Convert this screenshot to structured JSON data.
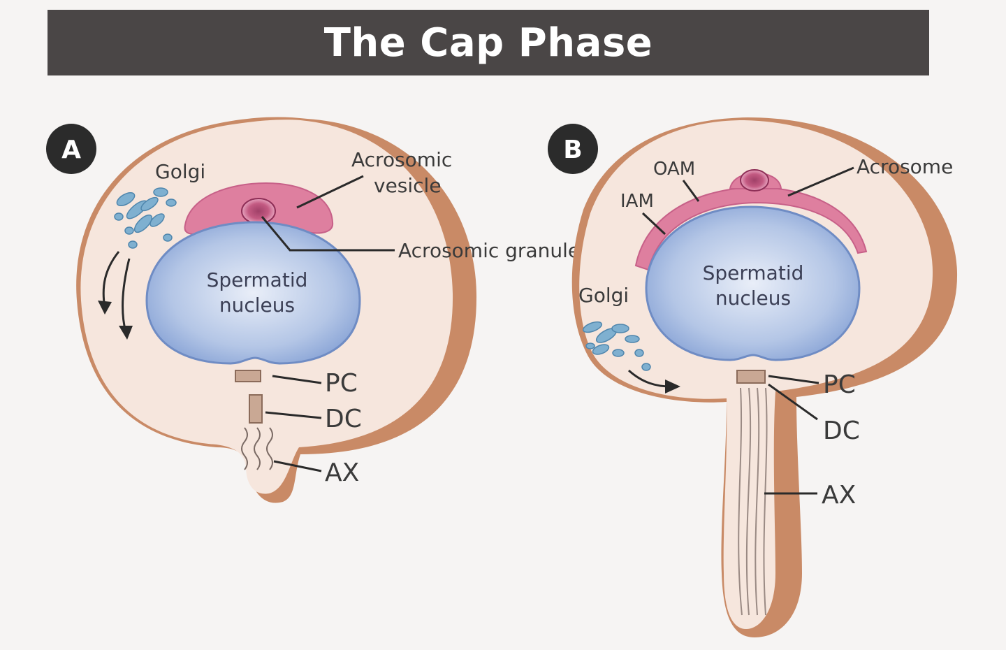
{
  "title": "The Cap Phase",
  "panelA": {
    "badge": "A",
    "golgi": "Golgi",
    "acrosomic_vesicle_1": "Acrosomic",
    "acrosomic_vesicle_2": "vesicle",
    "nucleus_1": "Spermatid",
    "nucleus_2": "nucleus",
    "pc": "PC",
    "dc": "DC",
    "ax": "AX"
  },
  "shared": {
    "acrosomic_granule": "Acrosomic granule"
  },
  "panelB": {
    "badge": "B",
    "oam": "OAM",
    "iam": "IAM",
    "acrosome": "Acrosome",
    "golgi": "Golgi",
    "nucleus_1": "Spermatid",
    "nucleus_2": "nucleus",
    "pc": "PC",
    "dc": "DC",
    "ax": "AX"
  },
  "colors": {
    "title_bg": "#4a4646",
    "cell_fill": "#f6e6dd",
    "cell_rim": "#c98a66",
    "nucleus": "#a9bde0",
    "acrosome": "#de7f9f",
    "golgi": "#7fb0d0"
  }
}
